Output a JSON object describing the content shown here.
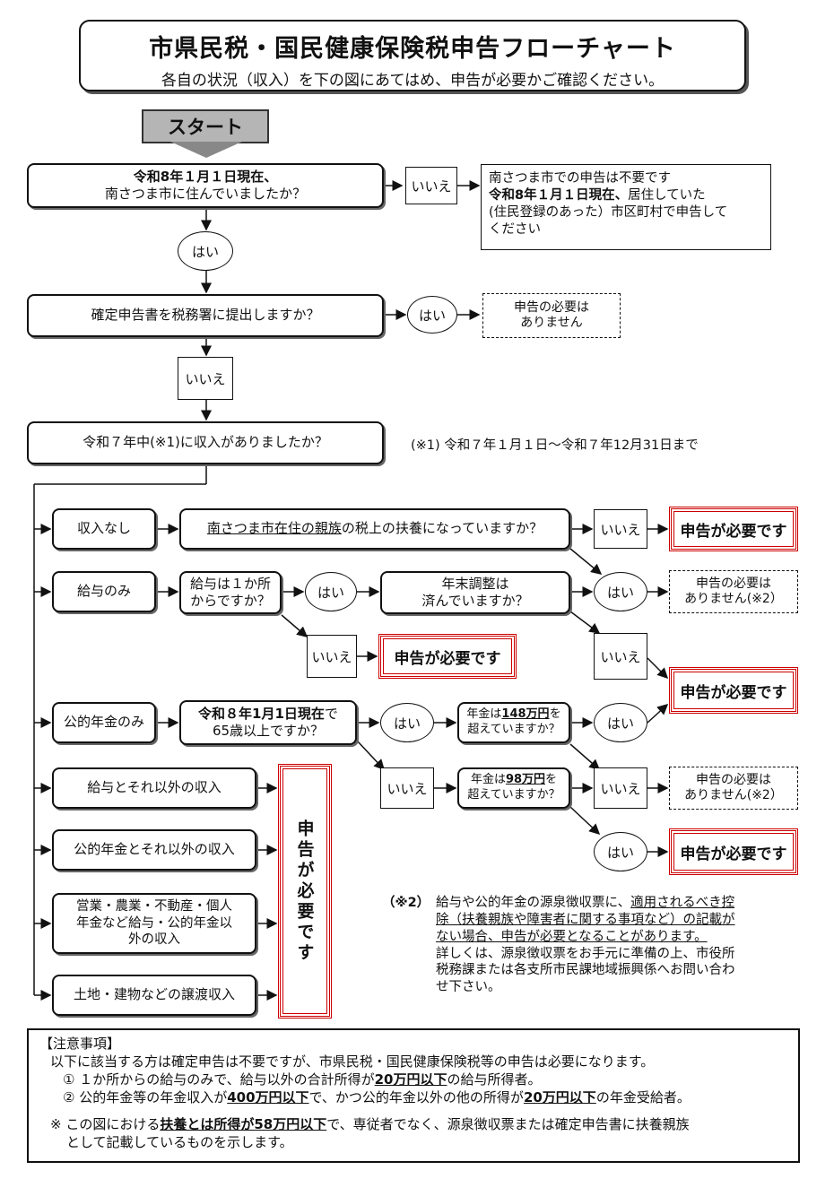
{
  "title": {
    "main": "市県民税・国民健康保険税申告フローチャート",
    "sub": "各自の状況（収入）を下の図にあてはめ、申告が必要かご確認ください。"
  },
  "start_label": "スタート",
  "q1": {
    "line1": "令和8年１月１日現在、",
    "line2": "南さつま市に住んでいましたか？"
  },
  "q1_no": "いいえ",
  "q1_note": {
    "line1": "南さつま市での申告は不要です",
    "line2_bold": "令和8年１月１日現在、",
    "line2_rest": "居住していた",
    "line3": "(住民登録のあった）市区町村で申告して",
    "line4": "ください"
  },
  "q1_yes": "はい",
  "q2": "確定申告書を税務署に提出しますか？",
  "q2_yes": "はい",
  "q2_result": {
    "line1": "申告の必要は",
    "line2": "ありません"
  },
  "q2_no": "いいえ",
  "q3": "令和７年中(※1)に収入がありましたか？",
  "note1": "(※1) 令和７年１月１日～令和７年12月31日まで",
  "rows": {
    "none": "収入なし",
    "salary": "給与のみ",
    "pension": "公的年金のみ",
    "salary_other": "給与とそれ以外の収入",
    "pension_other": "公的年金とそれ以外の収入",
    "business": {
      "line1": "営業・農業・不動産・個人",
      "line2": "年金など給与・公的年金以",
      "line3": "外の収入"
    },
    "land": "土地・建物などの譲渡収入"
  },
  "dependent_q": {
    "u": "南さつま市在住の親族",
    "rest": "の税上の扶養になっていますか？"
  },
  "salary_q": {
    "line1": "給与は１か所",
    "line2": "からですか？"
  },
  "nenmatsu_q": {
    "line1": "年末調整は",
    "line2": "済んでいますか？"
  },
  "pension_q": {
    "line1_bold": "令和８年1月1日現在",
    "line1_rest": "で",
    "line2": "65歳以上ですか？"
  },
  "pension148": {
    "pre": "年金は",
    "amount": "148万円",
    "post": "を",
    "line2": "超えていますか？"
  },
  "pension98": {
    "pre": "年金は",
    "amount": "98万円",
    "post": "を",
    "line2": "超えていますか？"
  },
  "labels": {
    "yes": "はい",
    "no": "いいえ"
  },
  "must": "申告が必要です",
  "must_vertical": "申告が必要です",
  "not_needed2": {
    "line1": "申告の必要は",
    "line2": "ありません(※2）"
  },
  "note2": {
    "mark": "（※2）",
    "l1a": "給与や公的年金の源泉徴収票に、",
    "l1u": "適用されるべき控",
    "l2u": "除（扶養親族や障害者に関する事項など）の記載が",
    "l3u": "ない場合、申告が必要となることがあります。",
    "l4": "詳しくは、源泉徴収票をお手元に準備の上、市役所",
    "l5": "税務課または各支所市民課地域振興係へお問い合わ",
    "l6": "せ下さい。"
  },
  "caution": {
    "header": "【注意事項】",
    "intro": "以下に該当する方は確定申告は不要ですが、市県民税・国民健康保険税等の申告は必要になります。",
    "item1": {
      "pre": "① １か所からの給与のみで、給与以外の合計所得が",
      "u": "20万円以下",
      "post": "の給与所得者。"
    },
    "item2": {
      "pre": "② 公的年金等の年金収入が",
      "u1": "400万円以下",
      "mid": "で、かつ公的年金以外の他の所得が",
      "u2": "20万円以下",
      "post": "の年金受給者。"
    },
    "foot": {
      "pre": "※ この図における",
      "u": "扶養とは所得が58万円以下",
      "post": "で、専従者でなく、源泉徴収票または確定申告書に扶養親族",
      "line2": "として記載しているものを示します。"
    }
  }
}
